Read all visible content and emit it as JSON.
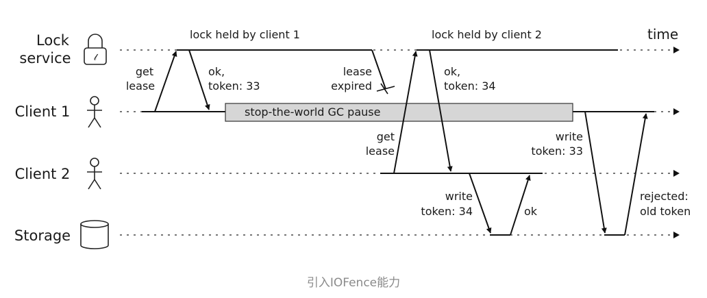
{
  "lanes": {
    "lock_service": [
      "Lock",
      "service"
    ],
    "client1": "Client 1",
    "client2": "Client 2",
    "storage": "Storage"
  },
  "time_label": "time",
  "headers": {
    "lock_client1": "lock held by client 1",
    "lock_client2": "lock held by client 2"
  },
  "annotations": {
    "get_lease_1": [
      "get",
      "lease"
    ],
    "ok_token33": [
      "ok,",
      "token: 33"
    ],
    "lease_expired": [
      "lease",
      "expired"
    ],
    "gc_pause": "stop-the-world GC pause",
    "ok_token34": [
      "ok,",
      "token: 34"
    ],
    "get_lease_2": [
      "get",
      "lease"
    ],
    "write_token33": [
      "write",
      "token: 33"
    ],
    "write_token34": [
      "write",
      "token: 34"
    ],
    "ok": "ok",
    "rejected": [
      "rejected:",
      "old token"
    ]
  },
  "caption": "引入IOFence能力"
}
